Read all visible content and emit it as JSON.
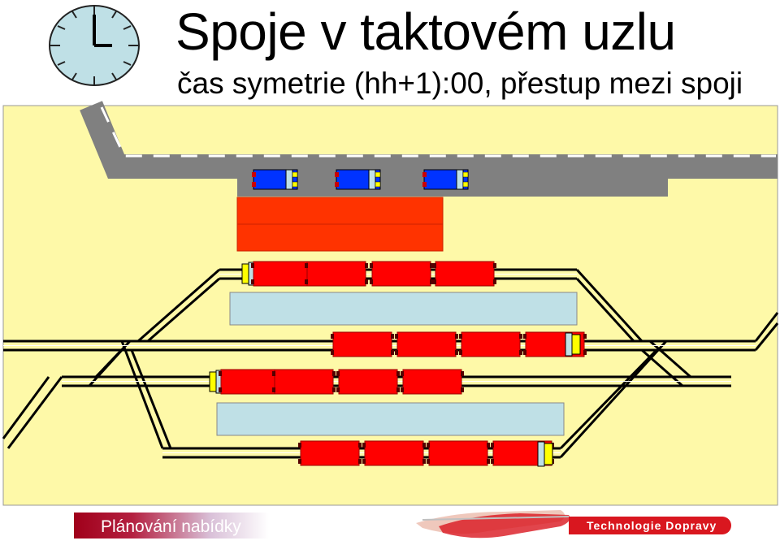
{
  "header": {
    "title": "Spoje v taktovém uzlu",
    "subtitle": "čas symetrie (hh+1):00, přestup mezi spoji"
  },
  "footer": {
    "label": "Plánování nabídky",
    "brand": "Technologie Dopravy"
  },
  "colors": {
    "background": "#fef9a8",
    "train_red": "#ff0000",
    "bus_blue": "#0033ff",
    "platform": "#bfe0e6",
    "bus_station": "#ff3300",
    "road": "#808080"
  },
  "icons": [
    "clock-icon",
    "train-logo-icon"
  ]
}
